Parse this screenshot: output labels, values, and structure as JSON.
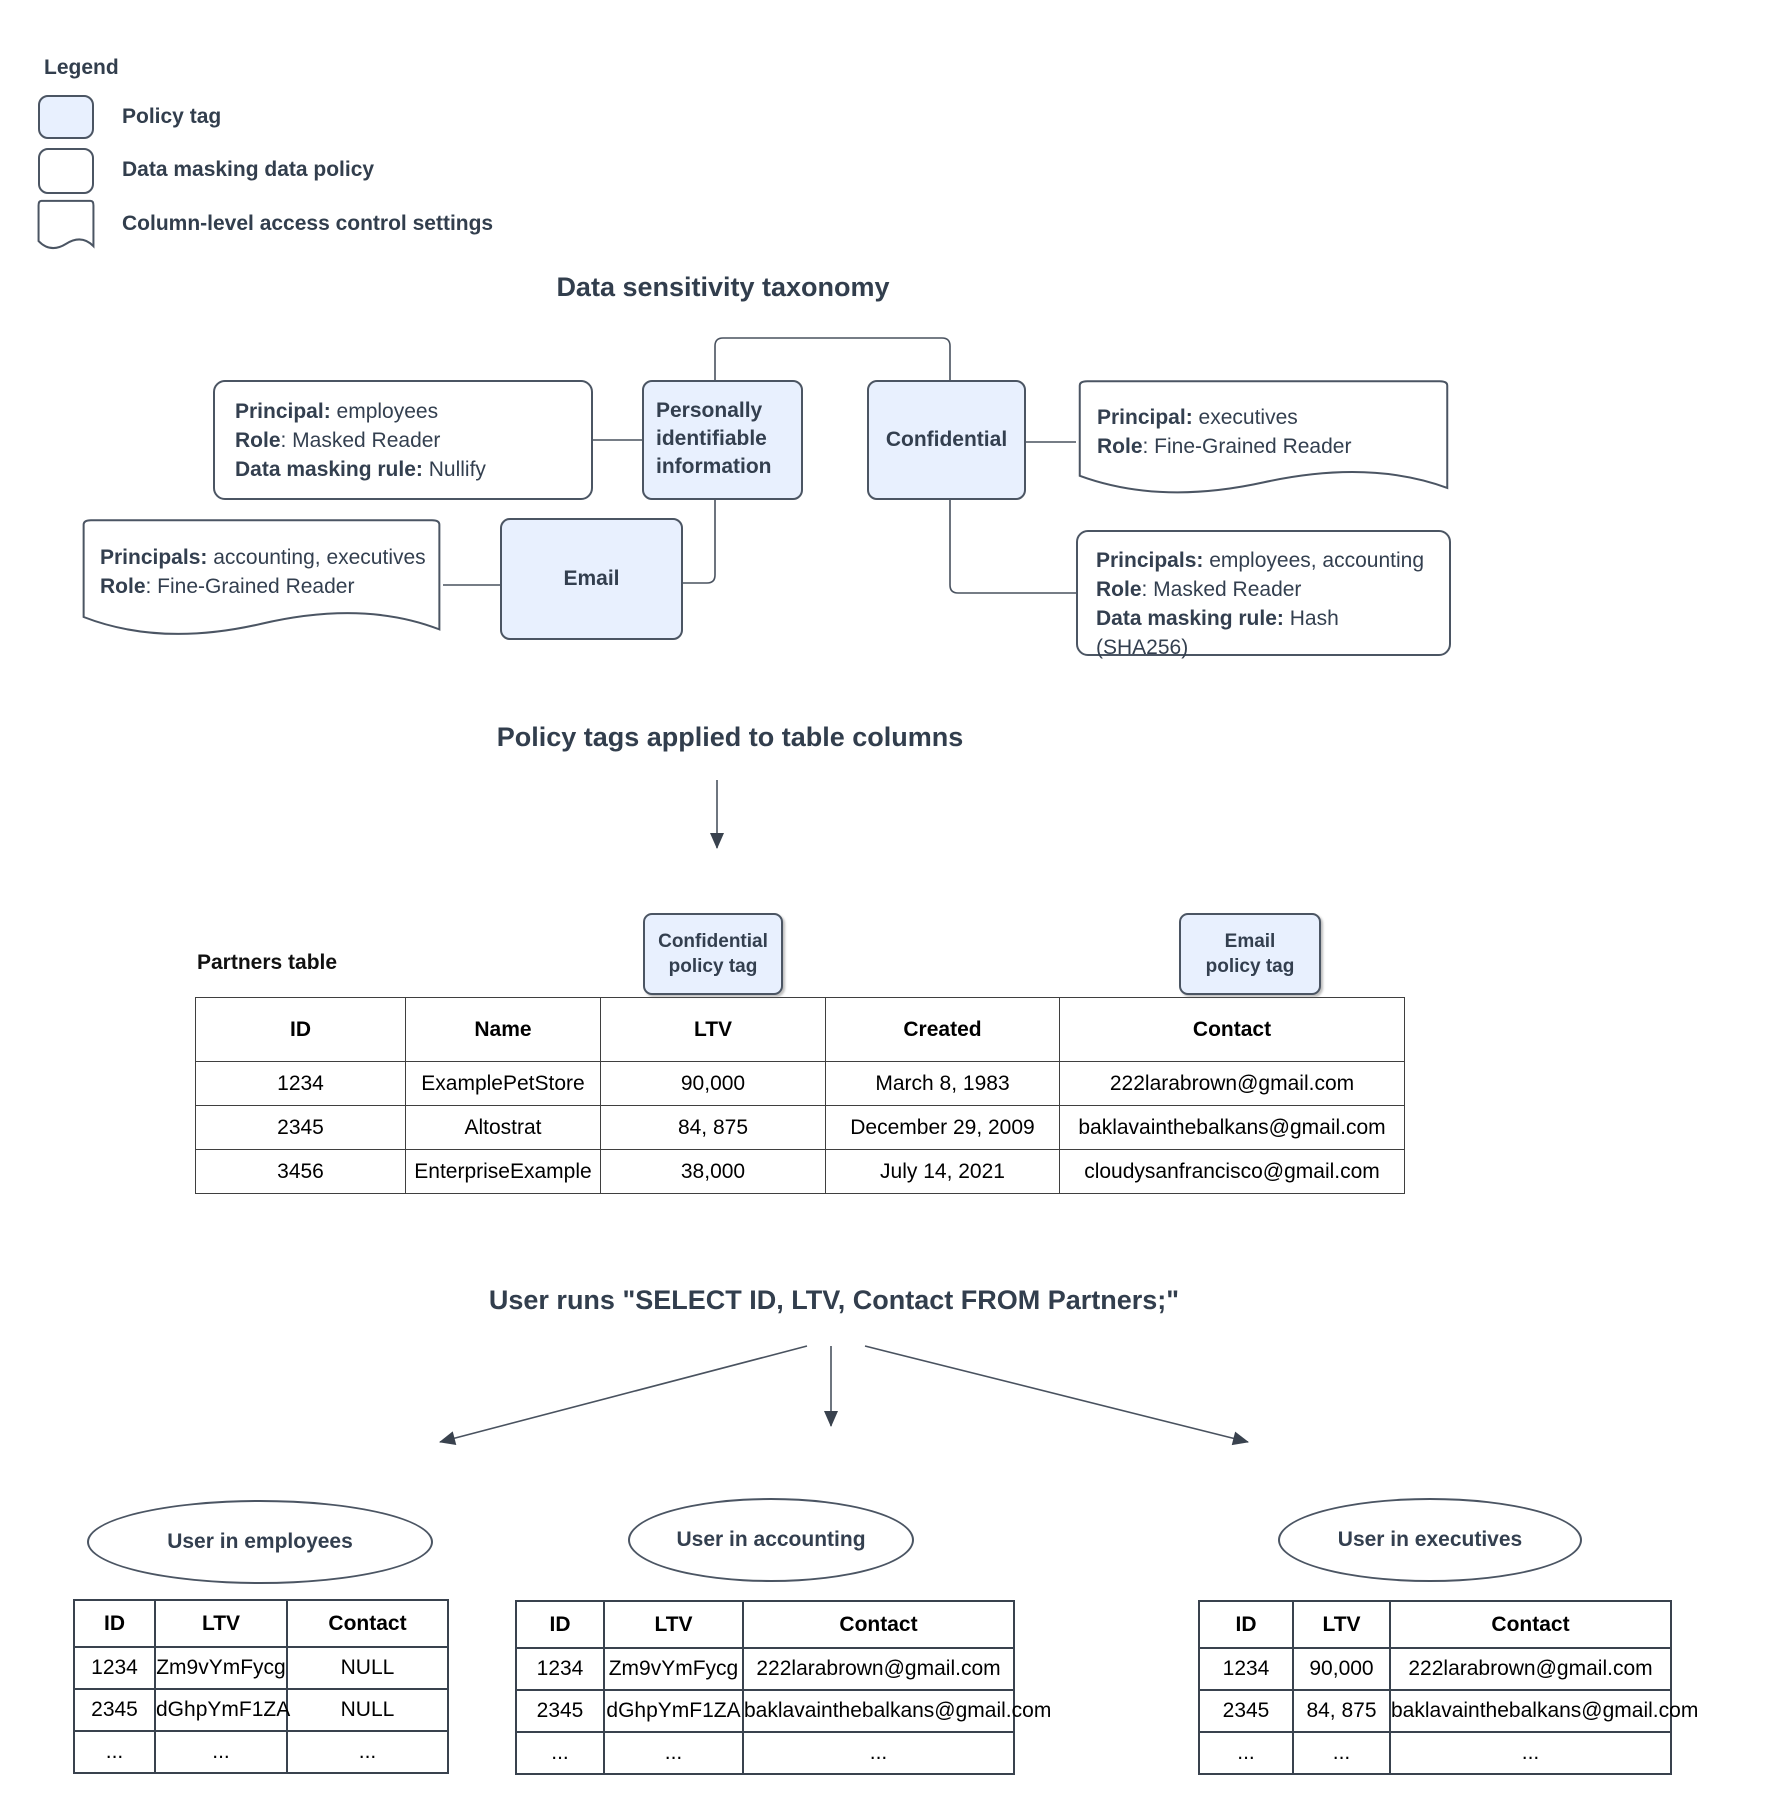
{
  "legend": {
    "title": "Legend",
    "items": [
      {
        "label": "Policy tag"
      },
      {
        "label": "Data masking data policy"
      },
      {
        "label": "Column-level access control settings"
      }
    ]
  },
  "taxonomy": {
    "title": "Data sensitivity taxonomy",
    "pii_tag": "Personally identifiable information",
    "confidential_tag": "Confidential",
    "email_tag": "Email",
    "pii_policy": {
      "lines": [
        {
          "b": "Principal:",
          "r": " employees"
        },
        {
          "b": "Role",
          "r": ": Masked Reader"
        },
        {
          "b": "Data masking rule:",
          "r": " Nullify"
        }
      ]
    },
    "confidential_acl": {
      "lines": [
        {
          "b": "Principal:",
          "r": " executives"
        },
        {
          "b": "Role",
          "r": ": Fine-Grained Reader"
        }
      ]
    },
    "email_acl": {
      "lines": [
        {
          "b": "Principals:",
          "r": " accounting, executives"
        },
        {
          "b": "Role",
          "r": ": Fine-Grained Reader"
        }
      ]
    },
    "confidential_policy": {
      "lines": [
        {
          "b": "Principals:",
          "r": " employees, accounting"
        },
        {
          "b": "Role",
          "r": ": Masked Reader"
        },
        {
          "b": "Data masking rule:",
          "r": " Hash (SHA256)"
        }
      ]
    }
  },
  "applied": {
    "title": "Policy tags applied to table columns",
    "table_label": "Partners table",
    "confidential_tag": {
      "line1": "Confidential",
      "line2": "policy tag"
    },
    "email_tag": {
      "line1": "Email",
      "line2": "policy tag"
    },
    "partners": {
      "headers": [
        "ID",
        "Name",
        "LTV",
        "Created",
        "Contact"
      ],
      "rows": [
        [
          "1234",
          "ExamplePetStore",
          "90,000",
          "March 8, 1983",
          "222larabrown@gmail.com"
        ],
        [
          "2345",
          "Altostrat",
          "84, 875",
          "December 29, 2009",
          "baklavainthebalkans@gmail.com"
        ],
        [
          "3456",
          "EnterpriseExample",
          "38,000",
          "July 14, 2021",
          "cloudysanfrancisco@gmail.com"
        ]
      ]
    }
  },
  "query": {
    "title": "User runs \"SELECT ID, LTV, Contact FROM Partners;\"",
    "results": [
      {
        "group": "User in employees",
        "headers": [
          "ID",
          "LTV",
          "Contact"
        ],
        "rows": [
          [
            "1234",
            "Zm9vYmFycg",
            "NULL"
          ],
          [
            "2345",
            "dGhpYmF1ZA",
            "NULL"
          ],
          [
            "...",
            "...",
            "..."
          ]
        ]
      },
      {
        "group": "User in accounting",
        "headers": [
          "ID",
          "LTV",
          "Contact"
        ],
        "rows": [
          [
            "1234",
            "Zm9vYmFycg",
            "222larabrown@gmail.com"
          ],
          [
            "2345",
            "dGhpYmF1ZA",
            "baklavainthebalkans@gmail.com"
          ],
          [
            "...",
            "...",
            "..."
          ]
        ]
      },
      {
        "group": "User in executives",
        "headers": [
          "ID",
          "LTV",
          "Contact"
        ],
        "rows": [
          [
            "1234",
            "90,000",
            "222larabrown@gmail.com"
          ],
          [
            "2345",
            "84, 875",
            "baklavainthebalkans@gmail.com"
          ],
          [
            "...",
            "...",
            "..."
          ]
        ]
      }
    ]
  },
  "colors": {
    "policy_tag_fill": "#e8f0fe",
    "line": "#49525f",
    "text": "#333f4f"
  }
}
